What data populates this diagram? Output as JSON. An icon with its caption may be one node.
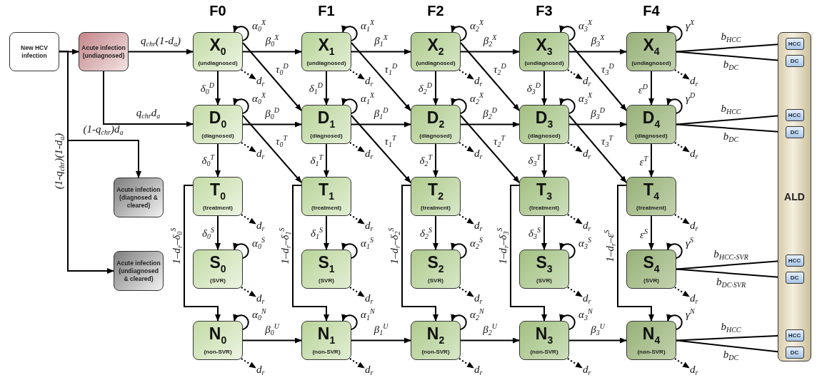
{
  "diagram": {
    "nodes": [
      {
        "text": [
          "New HCV infection"
        ]
      },
      {
        "text": [
          "Acute infection (undiagnosed)"
        ]
      },
      {
        "text": [
          "Acute infection (diagnosed & cleared)"
        ]
      },
      {
        "text": [
          "Acute infection (undiagnosed & cleared)"
        ]
      },
      {
        "text": [
          "X$_{0}$",
          "(undiagnosed)"
        ]
      },
      {
        "text": [
          "D$_{0}$",
          "(diagnosed)"
        ]
      },
      {
        "text": [
          "T$_{0}$",
          "(treatment)"
        ]
      },
      {
        "text": [
          "S$_{0}$",
          "(SVR)"
        ]
      },
      {
        "text": [
          "N$_{0}$",
          "(non-SVR)"
        ]
      },
      {
        "text": [
          "X$_{1}$",
          "(undiagnosed)"
        ]
      },
      {
        "text": [
          "D$_{1}$",
          "(diagnosed)"
        ]
      },
      {
        "text": [
          "T$_{1}$",
          "(treatment)"
        ]
      },
      {
        "text": [
          "S$_{1}$",
          "(SVR)"
        ]
      },
      {
        "text": [
          "N$_{1}$",
          "(non-SVR)"
        ]
      },
      {
        "text": [
          "X$_{2}$",
          "(undiagnosed)"
        ]
      },
      {
        "text": [
          "D$_{2}$",
          "(diagnosed)"
        ]
      },
      {
        "text": [
          "T$_{2}$",
          "(treatment)"
        ]
      },
      {
        "text": [
          "S$_{2}$",
          "(SVR)"
        ]
      },
      {
        "text": [
          "N$_{2}$",
          "(non-SVR)"
        ]
      },
      {
        "text": [
          "X$_{3}$",
          "(undiagnosed)"
        ]
      },
      {
        "text": [
          "D$_{3}$",
          "(diagnosed)"
        ]
      },
      {
        "text": [
          "T$_{3}$",
          "(treatment)"
        ]
      },
      {
        "text": [
          "S$_{3}$",
          "(SVR)"
        ]
      },
      {
        "text": [
          "N$_{3}$",
          "(non-SVR)"
        ]
      },
      {
        "text": [
          "X$_{4}$",
          "(undiagnosed)"
        ]
      },
      {
        "text": [
          "D$_{4}$",
          "(diagnosed)"
        ]
      },
      {
        "text": [
          "T$_{4}$",
          "(treatment)"
        ]
      },
      {
        "text": [
          "S$_{4}$",
          "(SVR)"
        ]
      },
      {
        "text": [
          "N$_{4}$",
          "(non-SVR)"
        ]
      },
      {
        "text": [
          "ALD"
        ]
      },
      {
        "text": [
          "HCC"
        ],
        "in": 29
      },
      {
        "text": [
          "DC"
        ],
        "in": 29
      },
      {
        "text": [
          "HCC"
        ],
        "in": 29
      },
      {
        "text": [
          "DC"
        ],
        "in": 29
      },
      {
        "text": [
          "HCC"
        ],
        "in": 29
      },
      {
        "text": [
          "DC"
        ],
        "in": 29
      },
      {
        "text": [
          "HCC"
        ],
        "in": 29
      },
      {
        "text": [
          "DC"
        ],
        "in": 29
      }
    ],
    "edges": [
      {
        "from": 0,
        "to": 1,
        "arrow": "to"
      },
      {
        "from": 0,
        "to": 2,
        "arrow": "to",
        "label": "(1-q$_{chr}$)d$_{a}$"
      },
      {
        "from": 0,
        "to": 3,
        "arrow": "to",
        "label": "(1-q$_{chr}$)(1-d$_{a}$)"
      },
      {
        "from": 1,
        "to": 4,
        "arrow": "to",
        "label": "q$_{chr}$(1-d$_{a}$)"
      },
      {
        "from": 1,
        "to": 5,
        "arrow": "to",
        "label": "q$_{chr}$d$_{a}$"
      },
      {
        "from": 4,
        "to": 5,
        "arrow": "to",
        "label": "δ$_{0}$$^{D}$"
      },
      {
        "from": 5,
        "to": 6,
        "arrow": "to",
        "label": "δ$_{0}$$^{T}$"
      },
      {
        "from": 6,
        "to": 7,
        "arrow": "to",
        "label": "δ$_{0}$$^{S}$"
      },
      {
        "from": 6,
        "to": 8,
        "arrow": "to",
        "label": "1–d$_{r}$–δ$_{0}$$^{S}$"
      },
      {
        "from": 4,
        "to": 4,
        "arrow": "to",
        "label": "α$_{0}$$^{X}$"
      },
      {
        "from": 5,
        "to": 5,
        "arrow": "to",
        "label": "α$_{0}$$^{X}$"
      },
      {
        "from": 7,
        "to": 7,
        "arrow": "to",
        "label": "α$_{0}$$^{S}$"
      },
      {
        "from": 8,
        "to": 8,
        "arrow": "to",
        "label": "α$_{0}$$^{N}$"
      },
      {
        "from": 4,
        "to": null,
        "arrow": "to",
        "label": "d$_{r}$",
        "style": "dashed"
      },
      {
        "from": 5,
        "to": null,
        "arrow": "to",
        "label": "d$_{r}$",
        "style": "dashed"
      },
      {
        "from": 6,
        "to": null,
        "arrow": "to",
        "label": "d$_{r}$",
        "style": "dashed"
      },
      {
        "from": 7,
        "to": null,
        "arrow": "to",
        "label": "d$_{r}$",
        "style": "dashed"
      },
      {
        "from": 8,
        "to": null,
        "arrow": "to",
        "label": "d$_{r}$",
        "style": "dashed"
      },
      {
        "from": 4,
        "to": 9,
        "arrow": "to",
        "label": "β$_{0}$$^{X}$"
      },
      {
        "from": 4,
        "to": 10,
        "arrow": "to",
        "label": "τ$_{0}$$^{D}$"
      },
      {
        "from": 5,
        "to": 10,
        "arrow": "to",
        "label": "β$_{0}$$^{D}$"
      },
      {
        "from": 5,
        "to": 11,
        "arrow": "to",
        "label": "τ$_{0}$$^{T}$"
      },
      {
        "from": 8,
        "to": 13,
        "arrow": "to",
        "label": "β$_{0}$$^{U}$"
      },
      {
        "from": 9,
        "to": 10,
        "arrow": "to",
        "label": "δ$_{1}$$^{D}$"
      },
      {
        "from": 10,
        "to": 11,
        "arrow": "to",
        "label": "δ$_{1}$$^{T}$"
      },
      {
        "from": 11,
        "to": 12,
        "arrow": "to",
        "label": "δ$_{1}$$^{S}$"
      },
      {
        "from": 11,
        "to": 13,
        "arrow": "to",
        "label": "1–d$_{r}$–δ$_{1}$$^{S}$"
      },
      {
        "from": 9,
        "to": 9,
        "arrow": "to",
        "label": "α$_{1}$$^{X}$"
      },
      {
        "from": 10,
        "to": 10,
        "arrow": "to",
        "label": "α$_{1}$$^{X}$"
      },
      {
        "from": 12,
        "to": 12,
        "arrow": "to",
        "label": "α$_{1}$$^{S}$"
      },
      {
        "from": 13,
        "to": 13,
        "arrow": "to",
        "label": "α$_{1}$$^{N}$"
      },
      {
        "from": 9,
        "to": null,
        "arrow": "to",
        "label": "d$_{r}$",
        "style": "dashed"
      },
      {
        "from": 10,
        "to": null,
        "arrow": "to",
        "label": "d$_{r}$",
        "style": "dashed"
      },
      {
        "from": 11,
        "to": null,
        "arrow": "to",
        "label": "d$_{r}$",
        "style": "dashed"
      },
      {
        "from": 12,
        "to": null,
        "arrow": "to",
        "label": "d$_{r}$",
        "style": "dashed"
      },
      {
        "from": 13,
        "to": null,
        "arrow": "to",
        "label": "d$_{r}$",
        "style": "dashed"
      },
      {
        "from": 9,
        "to": 14,
        "arrow": "to",
        "label": "β$_{1}$$^{X}$"
      },
      {
        "from": 9,
        "to": 15,
        "arrow": "to",
        "label": "τ$_{1}$$^{D}$"
      },
      {
        "from": 10,
        "to": 15,
        "arrow": "to",
        "label": "β$_{1}$$^{D}$"
      },
      {
        "from": 10,
        "to": 16,
        "arrow": "to",
        "label": "τ$_{1}$$^{T}$"
      },
      {
        "from": 13,
        "to": 18,
        "arrow": "to",
        "label": "β$_{1}$$^{U}$"
      },
      {
        "from": 14,
        "to": 15,
        "arrow": "to",
        "label": "δ$_{2}$$^{D}$"
      },
      {
        "from": 15,
        "to": 16,
        "arrow": "to",
        "label": "δ$_{2}$$^{T}$"
      },
      {
        "from": 16,
        "to": 17,
        "arrow": "to",
        "label": "δ$_{2}$$^{S}$"
      },
      {
        "from": 16,
        "to": 18,
        "arrow": "to",
        "label": "1–d$_{r}$–δ$_{2}$$^{S}$"
      },
      {
        "from": 14,
        "to": 14,
        "arrow": "to",
        "label": "α$_{2}$$^{X}$"
      },
      {
        "from": 15,
        "to": 15,
        "arrow": "to",
        "label": "α$_{2}$$^{X}$"
      },
      {
        "from": 17,
        "to": 17,
        "arrow": "to",
        "label": "α$_{2}$$^{S}$"
      },
      {
        "from": 18,
        "to": 18,
        "arrow": "to",
        "label": "α$_{2}$$^{N}$"
      },
      {
        "from": 14,
        "to": null,
        "arrow": "to",
        "label": "d$_{r}$",
        "style": "dashed"
      },
      {
        "from": 15,
        "to": null,
        "arrow": "to",
        "label": "d$_{r}$",
        "style": "dashed"
      },
      {
        "from": 16,
        "to": null,
        "arrow": "to",
        "label": "d$_{r}$",
        "style": "dashed"
      },
      {
        "from": 17,
        "to": null,
        "arrow": "to",
        "label": "d$_{r}$",
        "style": "dashed"
      },
      {
        "from": 18,
        "to": null,
        "arrow": "to",
        "label": "d$_{r}$",
        "style": "dashed"
      },
      {
        "from": 14,
        "to": 19,
        "arrow": "to",
        "label": "β$_{2}$$^{X}$"
      },
      {
        "from": 14,
        "to": 20,
        "arrow": "to",
        "label": "τ$_{2}$$^{D}$"
      },
      {
        "from": 15,
        "to": 20,
        "arrow": "to",
        "label": "β$_{2}$$^{D}$"
      },
      {
        "from": 15,
        "to": 21,
        "arrow": "to",
        "label": "τ$_{2}$$^{T}$"
      },
      {
        "from": 18,
        "to": 23,
        "arrow": "to",
        "label": "β$_{2}$$^{U}$"
      },
      {
        "from": 19,
        "to": 20,
        "arrow": "to",
        "label": "δ$_{3}$$^{D}$"
      },
      {
        "from": 20,
        "to": 21,
        "arrow": "to",
        "label": "δ$_{3}$$^{T}$"
      },
      {
        "from": 21,
        "to": 22,
        "arrow": "to",
        "label": "δ$_{3}$$^{S}$"
      },
      {
        "from": 21,
        "to": 23,
        "arrow": "to",
        "label": "1–d$_{r}$–δ$_{3}$$^{S}$"
      },
      {
        "from": 19,
        "to": 19,
        "arrow": "to",
        "label": "α$_{3}$$^{X}$"
      },
      {
        "from": 20,
        "to": 20,
        "arrow": "to",
        "label": "α$_{3}$$^{X}$"
      },
      {
        "from": 22,
        "to": 22,
        "arrow": "to",
        "label": "α$_{3}$$^{S}$"
      },
      {
        "from": 23,
        "to": 23,
        "arrow": "to",
        "label": "α$_{3}$$^{N}$"
      },
      {
        "from": 19,
        "to": null,
        "arrow": "to",
        "label": "d$_{r}$",
        "style": "dashed"
      },
      {
        "from": 20,
        "to": null,
        "arrow": "to",
        "label": "d$_{r}$",
        "style": "dashed"
      },
      {
        "from": 21,
        "to": null,
        "arrow": "to",
        "label": "d$_{r}$",
        "style": "dashed"
      },
      {
        "from": 22,
        "to": null,
        "arrow": "to",
        "label": "d$_{r}$",
        "style": "dashed"
      },
      {
        "from": 23,
        "to": null,
        "arrow": "to",
        "label": "d$_{r}$",
        "style": "dashed"
      },
      {
        "from": 19,
        "to": 24,
        "arrow": "to",
        "label": "β$_{3}$$^{X}$"
      },
      {
        "from": 19,
        "to": 25,
        "arrow": "to",
        "label": "τ$_{3}$$^{D}$"
      },
      {
        "from": 20,
        "to": 25,
        "arrow": "to",
        "label": "β$_{3}$$^{D}$"
      },
      {
        "from": 20,
        "to": 26,
        "arrow": "to",
        "label": "τ$_{3}$$^{T}$"
      },
      {
        "from": 23,
        "to": 28,
        "arrow": "to",
        "label": "β$_{3}$$^{U}$"
      },
      {
        "from": 24,
        "to": 25,
        "arrow": "to",
        "label": "ε$^{D}$"
      },
      {
        "from": 25,
        "to": 26,
        "arrow": "to",
        "label": "ε$^{T}$"
      },
      {
        "from": 26,
        "to": 27,
        "arrow": "to",
        "label": "ε$^{S}$"
      },
      {
        "from": 26,
        "to": 28,
        "arrow": "to",
        "label": "1–d$_{r}$–ε$^{S}$"
      },
      {
        "from": 24,
        "to": 24,
        "arrow": "to",
        "label": "γ$^{X}$"
      },
      {
        "from": 25,
        "to": 25,
        "arrow": "to",
        "label": "γ$^{D}$"
      },
      {
        "from": 27,
        "to": 27,
        "arrow": "to",
        "label": "γ$^{S}$"
      },
      {
        "from": 28,
        "to": 28,
        "arrow": "to",
        "label": "γ$^{N}$"
      },
      {
        "from": 24,
        "to": null,
        "arrow": "to",
        "label": "d$_{r}$",
        "style": "dashed"
      },
      {
        "from": 25,
        "to": null,
        "arrow": "to",
        "label": "d$_{r}$",
        "style": "dashed"
      },
      {
        "from": 26,
        "to": null,
        "arrow": "to",
        "label": "d$_{r}$",
        "style": "dashed"
      },
      {
        "from": 27,
        "to": null,
        "arrow": "to",
        "label": "d$_{r}$",
        "style": "dashed"
      },
      {
        "from": 28,
        "to": null,
        "arrow": "to",
        "label": "d$_{r}$",
        "style": "dashed"
      },
      {
        "from": 24,
        "to": 30,
        "arrow": "to",
        "label": "b$_{HCC}$"
      },
      {
        "from": 24,
        "to": 31,
        "arrow": "to",
        "label": "b$_{DC}$"
      },
      {
        "from": 25,
        "to": 32,
        "arrow": "to",
        "label": "b$_{HCC}$"
      },
      {
        "from": 25,
        "to": 33,
        "arrow": "to",
        "label": "b$_{DC}$"
      },
      {
        "from": 27,
        "to": 34,
        "arrow": "to",
        "label": "b$_{HCC-SVR}$"
      },
      {
        "from": 27,
        "to": 35,
        "arrow": "to",
        "label": "b$_{DC·SVR}$"
      },
      {
        "from": 28,
        "to": 36,
        "arrow": "to",
        "label": "b$_{HCC}$"
      },
      {
        "from": 28,
        "to": 37,
        "arrow": "to",
        "label": "b$_{DC}$"
      }
    ],
    "labels": [
      "F0",
      "F1",
      "F2",
      "F3",
      "F4"
    ]
  }
}
